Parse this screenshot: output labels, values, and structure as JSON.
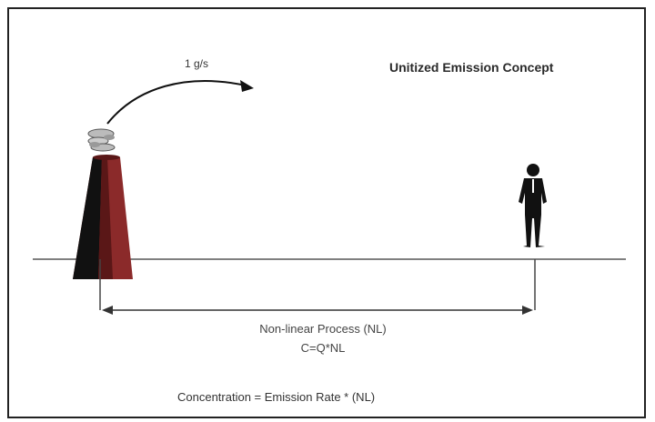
{
  "title": "Unitized Emission Concept",
  "emission_label": "1 g/s",
  "process_label": "Non-linear Process (NL)",
  "formula_label": "C=Q*NL",
  "concentration_label": "Concentration = Emission Rate * (NL)",
  "colors": {
    "stack_dark": "#111111",
    "stack_red": "#8b2a2a",
    "line": "#444444",
    "text": "#333333"
  }
}
